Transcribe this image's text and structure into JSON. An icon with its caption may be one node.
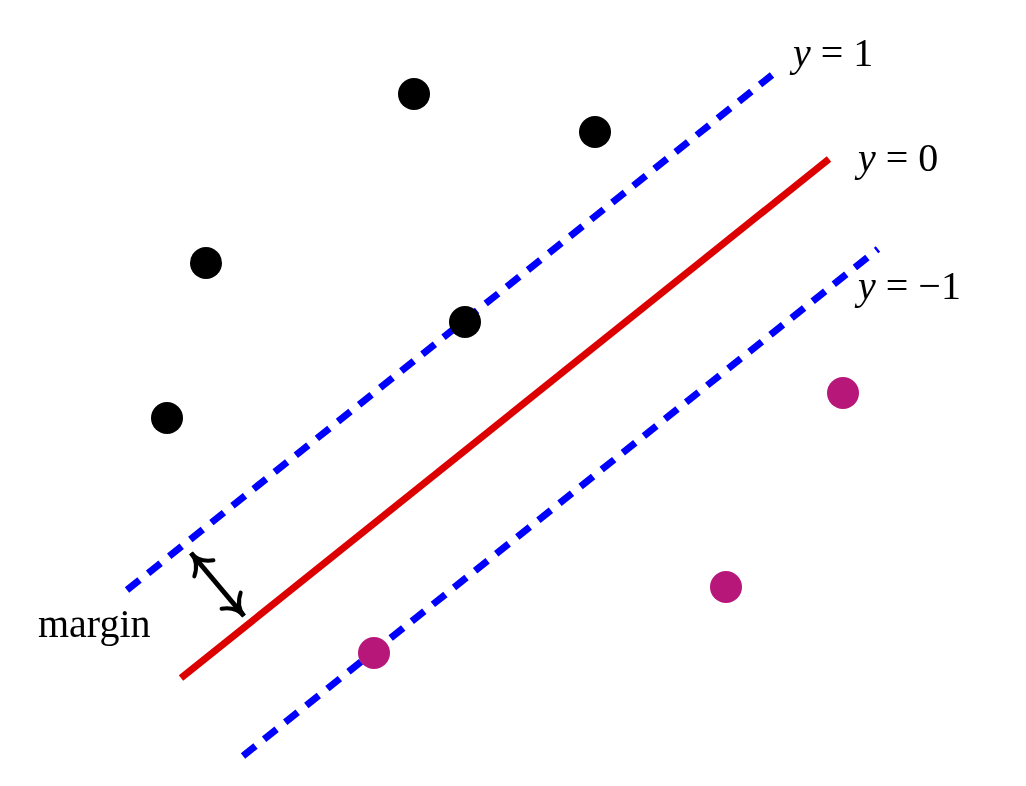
{
  "diagram": {
    "labels": [
      "*y* = 1",
      "*y* = 0",
      "*y* = −1",
      "margin"
    ]
  }
}
